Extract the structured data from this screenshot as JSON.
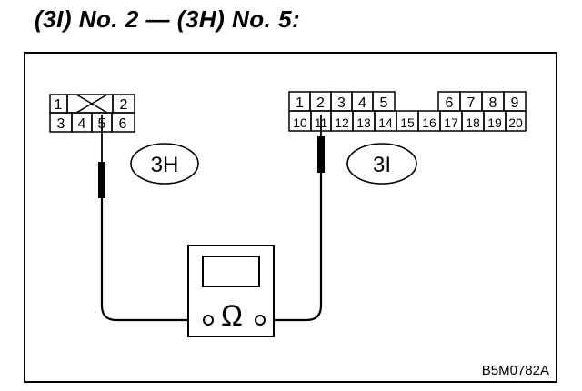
{
  "title": "(3I) No. 2 — (3H) No. 5:",
  "connector_3h": {
    "label": "3H",
    "row1": [
      "1",
      "",
      "2"
    ],
    "row2": [
      "3",
      "4",
      "5",
      "6"
    ]
  },
  "connector_3i": {
    "label": "3I",
    "row1": [
      "1",
      "2",
      "3",
      "4",
      "5",
      "",
      "6",
      "7",
      "8",
      "9"
    ],
    "row2": [
      "10",
      "11",
      "12",
      "13",
      "14",
      "15",
      "16",
      "17",
      "18",
      "19",
      "20"
    ]
  },
  "meter": {
    "symbol": "Ω",
    "icon": "ohmmeter-icon"
  },
  "figure_ref": "B5M0782A"
}
